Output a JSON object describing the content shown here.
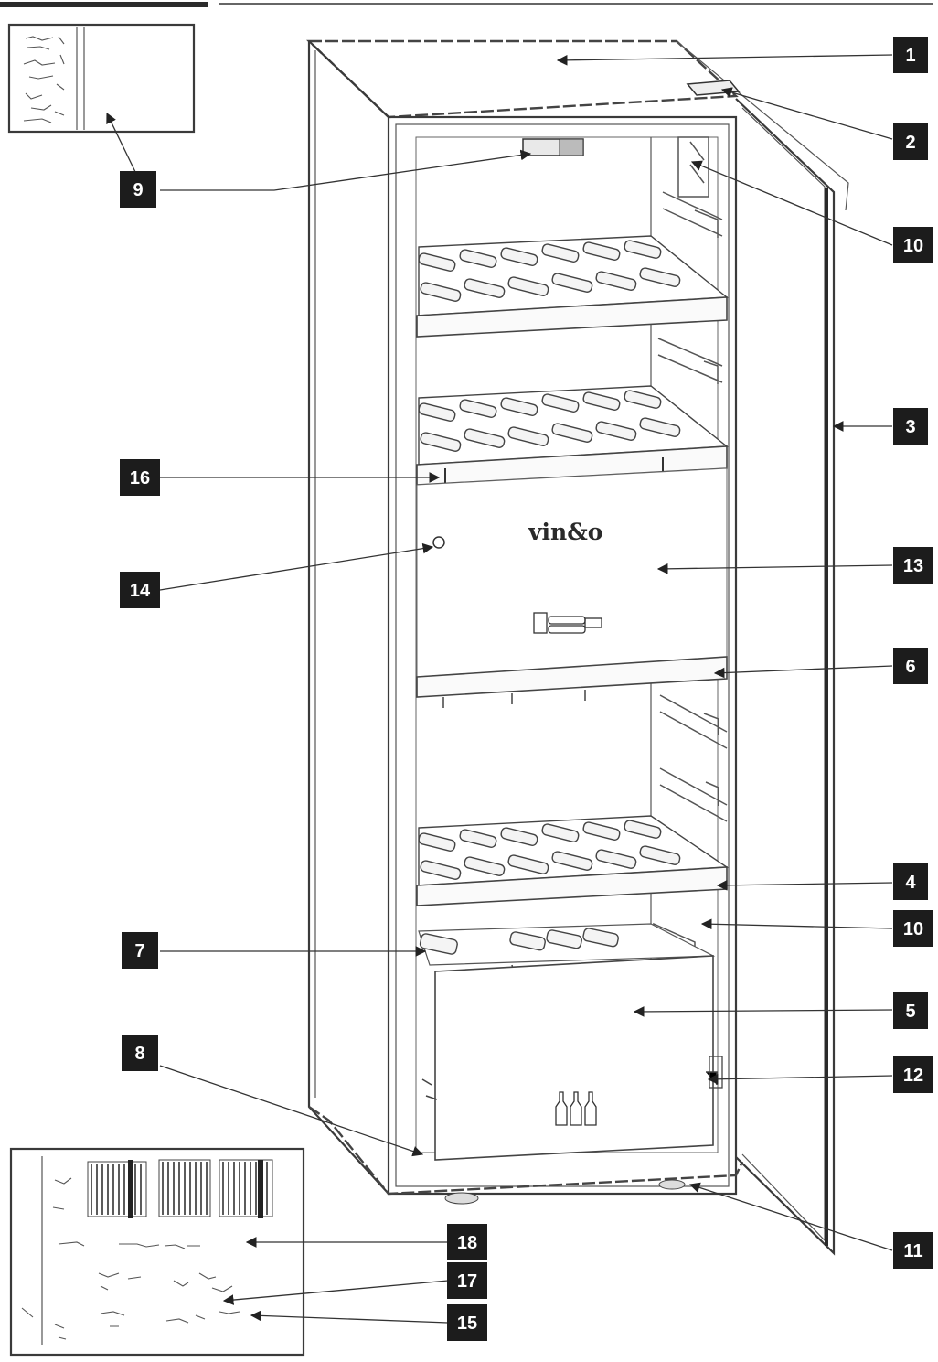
{
  "diagram": {
    "brand_logo": "vin&o",
    "callouts": [
      {
        "id": "c1",
        "label": "1"
      },
      {
        "id": "c2",
        "label": "2"
      },
      {
        "id": "c3",
        "label": "3"
      },
      {
        "id": "c4",
        "label": "4"
      },
      {
        "id": "c5",
        "label": "5"
      },
      {
        "id": "c6",
        "label": "6"
      },
      {
        "id": "c7",
        "label": "7"
      },
      {
        "id": "c8",
        "label": "8"
      },
      {
        "id": "c9",
        "label": "9"
      },
      {
        "id": "c10a",
        "label": "10"
      },
      {
        "id": "c10b",
        "label": "10"
      },
      {
        "id": "c11",
        "label": "11"
      },
      {
        "id": "c12",
        "label": "12"
      },
      {
        "id": "c13",
        "label": "13"
      },
      {
        "id": "c14",
        "label": "14"
      },
      {
        "id": "c15",
        "label": "15"
      },
      {
        "id": "c16",
        "label": "16"
      },
      {
        "id": "c17",
        "label": "17"
      },
      {
        "id": "c18",
        "label": "18"
      }
    ]
  }
}
